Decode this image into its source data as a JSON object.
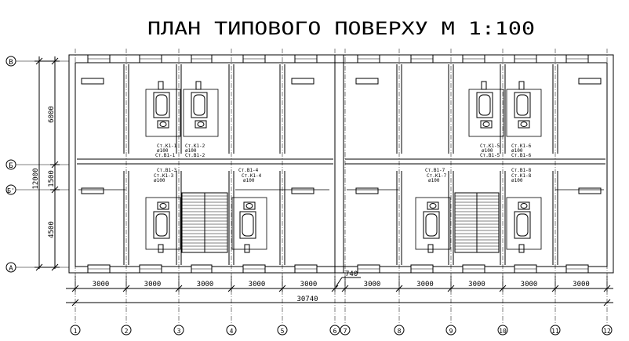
{
  "title": "ПЛАН ТИПОВОГО ПОВЕРХУ   М 1:100",
  "row_axes": [
    "В",
    "Б",
    "Б'",
    "А"
  ],
  "row_dims": [
    "6000",
    "1500",
    "4500"
  ],
  "row_total": "12000",
  "column_axes": [
    "1",
    "2",
    "3",
    "4",
    "5",
    "6",
    "7",
    "8",
    "9",
    "10",
    "11",
    "12"
  ],
  "column_dims": [
    "3000",
    "3000",
    "3000",
    "3000",
    "3000",
    "3000",
    "3000",
    "3000",
    "3000",
    "3000"
  ],
  "gap_dim": "740",
  "total_dim": "30740",
  "riser_labels": [
    "Ст.К1-1",
    "Ст.К1-2",
    "ø100",
    "ø100",
    "Ст.В1-1",
    "Ст.В1-2",
    "Ст.В1-3",
    "Ст.К1-3",
    "ø100",
    "Ст.В1-4",
    "Ст.К1-4",
    "ø100",
    "Ст.К1-5",
    "Ст.К1-6",
    "ø100",
    "ø100",
    "Ст.В1-5",
    "Ст.В1-6",
    "Ст.В1-7",
    "Ст.К1-7",
    "ø100",
    "Ст.В1-8",
    "Ст.К1-8",
    "ø100"
  ]
}
